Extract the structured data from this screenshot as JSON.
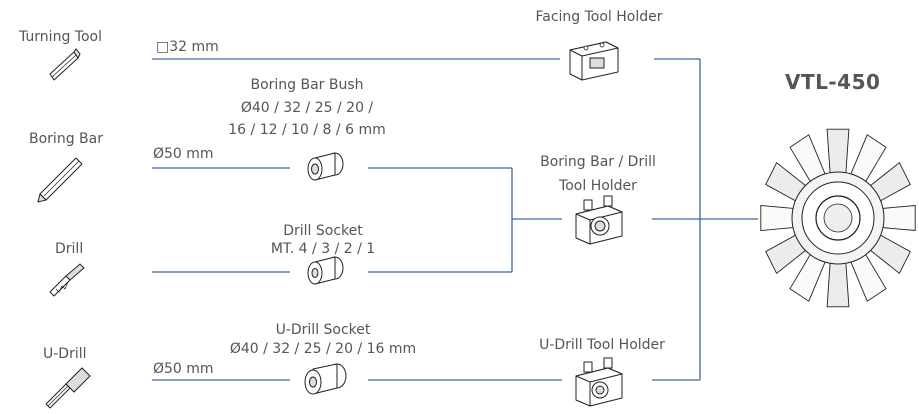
{
  "tools": {
    "turning_tool": "Turning Tool",
    "boring_bar": "Boring Bar",
    "drill": "Drill",
    "u_drill": "U-Drill"
  },
  "specs": {
    "square_32": "□32 mm",
    "bore_50": "Ø50 mm",
    "udrill_50": "Ø50 mm"
  },
  "accessories": {
    "boring_bar_bush_title": "Boring Bar Bush",
    "boring_bar_bush_line1": "Ø40 / 32 / 25 / 20 /",
    "boring_bar_bush_line2": "16 / 12 / 10 / 8 / 6 mm",
    "drill_socket_title": "Drill Socket",
    "drill_socket_sizes": "MT. 4 / 3 / 2 / 1",
    "udrill_socket_title": "U-Drill Socket",
    "udrill_socket_sizes": "Ø40 / 32 / 25 / 20 / 16 mm"
  },
  "holders": {
    "facing": "Facing Tool Holder",
    "boring_drill_line1": "Boring Bar / Drill",
    "boring_drill_line2": "Tool Holder",
    "udrill": "U-Drill Tool Holder"
  },
  "machine": {
    "model": "VTL-450"
  },
  "colors": {
    "connector": "#3b66a8",
    "text": "#555555"
  },
  "icons": [
    "turning-tool-icon",
    "boring-bar-icon",
    "drill-icon",
    "u-drill-icon",
    "bush-icon",
    "socket-icon",
    "holder-icon",
    "turret-icon"
  ]
}
